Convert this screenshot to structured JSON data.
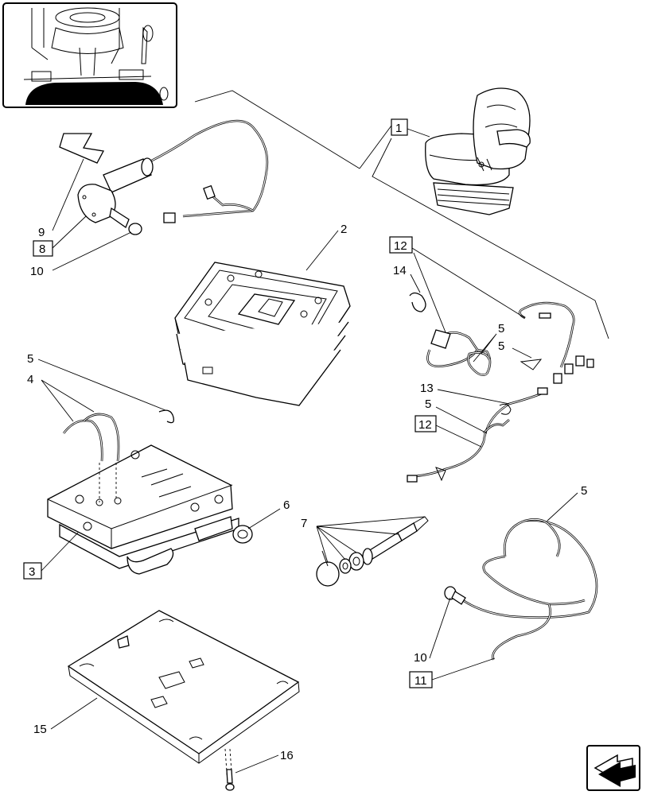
{
  "callouts": {
    "c1": "1",
    "c2": "2",
    "c3": "3",
    "c4": "4",
    "c5a": "5",
    "c5b": "5",
    "c5c": "5",
    "c5d": "5",
    "c5e": "5",
    "c6": "6",
    "c7": "7",
    "c8": "8",
    "c9": "9",
    "c10a": "10",
    "c10b": "10",
    "c11": "11",
    "c12a": "12",
    "c12b": "12",
    "c13": "13",
    "c14": "14",
    "c15": "15",
    "c16": "16"
  },
  "icons": {
    "thumbnail": "tractor-cab-floor-thumbnail",
    "nav": "next-page-arrow-icon"
  }
}
